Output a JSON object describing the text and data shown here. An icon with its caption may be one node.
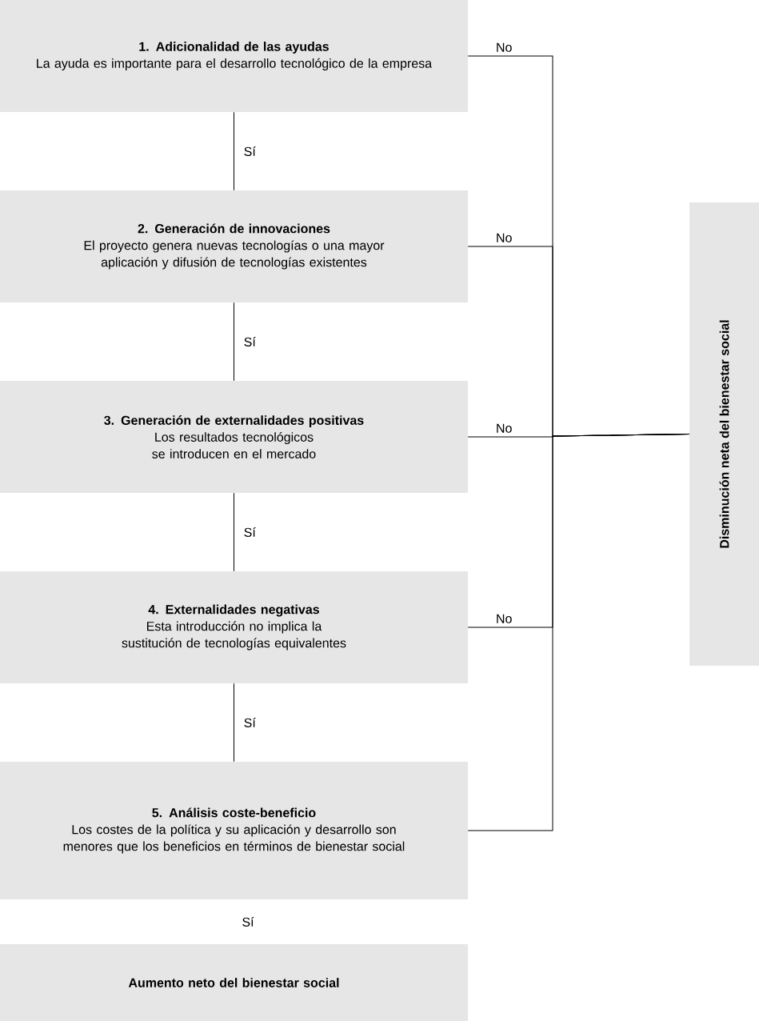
{
  "diagram": {
    "nodes": [
      {
        "text": [
          "1. Adicionalidad de las ayudas",
          "La ayuda es importante para el desarrollo tecnológico de la empresa"
        ]
      },
      {
        "text": [
          "2. Generación de innovaciones",
          "El proyecto genera nuevas tecnologías o una mayor aplicación y difusión de tecnologías existentes"
        ]
      },
      {
        "text": [
          "3. Generación de externalidades positivas",
          "Los resultados tecnológicos se introducen en el mercado"
        ]
      },
      {
        "text": [
          "4. Externalidades negativas",
          "Esta introducción no implica la sustitución de tecnologías equivalentes"
        ]
      },
      {
        "text": [
          "5. Análisis coste-beneficio",
          "Los costes de la política y su aplicación y desarrollo son menores que los beneficios en términos de bienestar social"
        ]
      },
      {
        "text": [
          "Aumento neto del bienestar social"
        ]
      },
      {
        "text": [
          "Disminución neta del bienestar social"
        ]
      }
    ],
    "edges": [
      {
        "from": 0,
        "to": 1,
        "arrow": "none",
        "label": "Sí"
      },
      {
        "from": 1,
        "to": 2,
        "arrow": "none",
        "label": "Sí"
      },
      {
        "from": 2,
        "to": 3,
        "arrow": "none",
        "label": "Sí"
      },
      {
        "from": 3,
        "to": 4,
        "arrow": "none",
        "label": "Sí"
      },
      {
        "from": 0,
        "to": 6,
        "arrow": "none",
        "label": "No"
      },
      {
        "from": 1,
        "to": 6,
        "arrow": "none",
        "label": "No"
      },
      {
        "from": 2,
        "to": 6,
        "arrow": "none",
        "label": "No"
      },
      {
        "from": 3,
        "to": 6,
        "arrow": "none",
        "label": "No"
      },
      {
        "from": 4,
        "to": 6,
        "arrow": "none"
      }
    ],
    "labels": [
      "Sí"
    ]
  }
}
